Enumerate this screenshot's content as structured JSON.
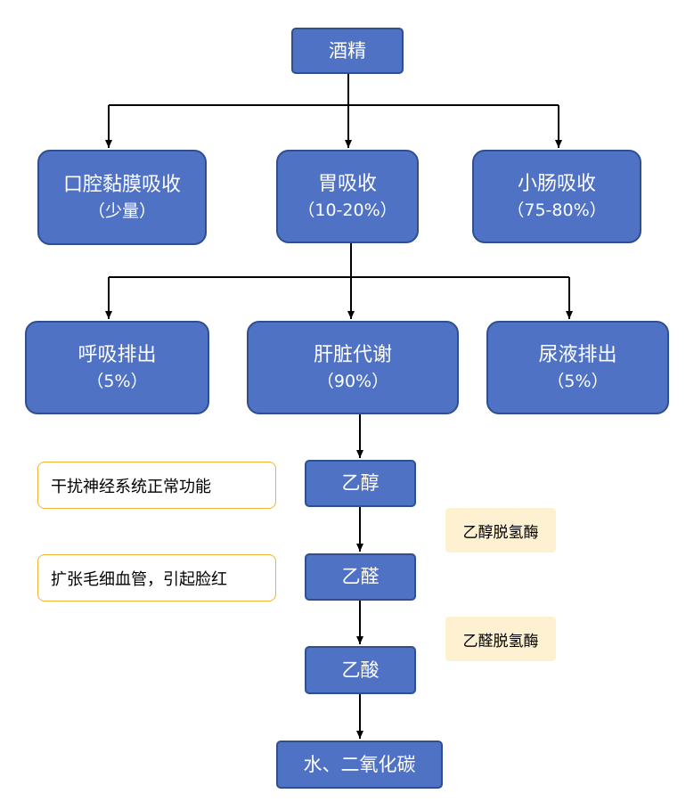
{
  "colors": {
    "node_fill": "#4f72c4",
    "node_border": "#2f4f8e",
    "node_text": "#ffffff",
    "effect_border": "#f2b233",
    "enzyme_fill": "#fdf1d2",
    "connector": "#000000"
  },
  "nodes": {
    "root": {
      "title": "酒精"
    },
    "absorption": [
      {
        "title": "口腔黏膜吸收",
        "sub": "（少量）"
      },
      {
        "title": "胃吸收",
        "sub": "（10-20%）"
      },
      {
        "title": "小肠吸收",
        "sub": "（75-80%）"
      }
    ],
    "fate": [
      {
        "title": "呼吸排出",
        "sub": "（5%）"
      },
      {
        "title": "肝脏代谢",
        "sub": "（90%）"
      },
      {
        "title": "尿液排出",
        "sub": "（5%）"
      }
    ],
    "metabolism": [
      {
        "title": "乙醇"
      },
      {
        "title": "乙醛"
      },
      {
        "title": "乙酸"
      },
      {
        "title": "水、二氧化碳"
      }
    ]
  },
  "effects": [
    "干扰神经系统正常功能",
    "扩张毛细血管，引起脸红"
  ],
  "enzymes": [
    "乙醇脱氢酶",
    "乙醛脱氢酶"
  ]
}
